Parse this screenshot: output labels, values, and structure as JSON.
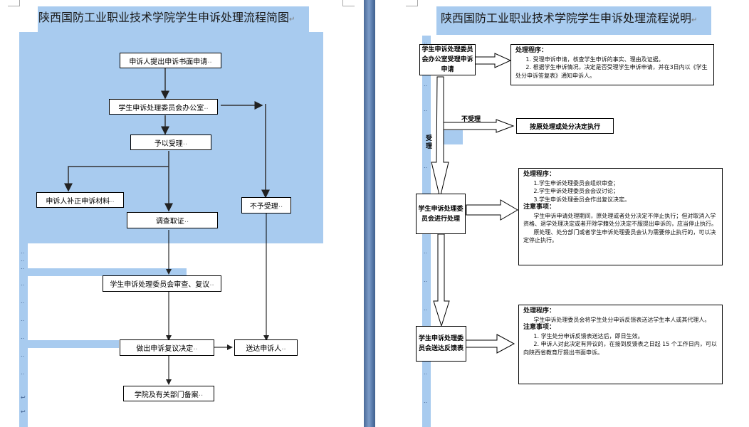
{
  "left_page": {
    "title": "陕西国防工业职业技术学院学生申诉处理流程简图",
    "nodes": {
      "submit": "申诉人提出申诉书面申请",
      "office": "学生申诉处理委员会办公室",
      "accept": "予以受理",
      "supplement": "申诉人补正申诉材料",
      "investigate": "调查取证",
      "reject": "不予受理",
      "review": "学生申诉处理委员会审查、复议",
      "decision": "做出申诉复议决定",
      "deliver": "送达申诉人",
      "archive": "学院及有关部门备案"
    }
  },
  "right_page": {
    "title": "陕西国防工业职业技术学院学生申诉处理流程说明",
    "steps": [
      {
        "label": "学生申诉处理委员会办公室受理申诉申请",
        "heading": "处理程序：",
        "lines": [
          "1. 受理申诉申请，核查学生申诉的事实、理由及证据。",
          "2. 根据学生申诉情况，决定是否受理学生申诉申请，并在3日内以《学生处分申诉答复表》通知申诉人。"
        ]
      },
      {
        "label": "学生申诉处理委员会进行处理",
        "heading": "处理程序：",
        "lines": [
          "1.学生申诉处理委员会组织审查；",
          "2.学生申诉处理委员会会议讨论；",
          "3.学生申诉处理委员会作出复议决定。"
        ],
        "notes_heading": "注意事项：",
        "notes": [
          "学生申诉申请处理期间，原处理或者处分决定不停止执行；但对取消入学资格、退学处理决定或者开除学籍处分决定不服提出申诉的，应当停止执行。",
          "原处理、处分部门或者学生申诉处理委员会认为需要停止执行的，可以决定停止执行。"
        ]
      },
      {
        "label": "学生申诉处理委员会送达反馈表",
        "heading": "处理程序：",
        "lines": [
          "学生申诉处理委员会将学生处分申诉反馈表送达学生本人或其代理人。"
        ],
        "notes_heading": "注意事项：",
        "notes": [
          "1. 学生处分申诉反馈表送达后，即日生效。",
          "2. 申诉人对此决定有异议的，在接到反馈表之日起 15 个工作日内，可以向陕西省教育厅提出书面申诉。"
        ]
      }
    ],
    "branch": {
      "not_accepted_label": "不受理",
      "not_accepted_result": "按原处理或处分决定执行",
      "accepted_label": "受理"
    }
  },
  "marks": {
    "paragraph": "↵",
    "cell_end": "..",
    "return": "↩"
  },
  "colors": {
    "selection": "#a8cbef",
    "gutter": "#5c7fb0"
  }
}
